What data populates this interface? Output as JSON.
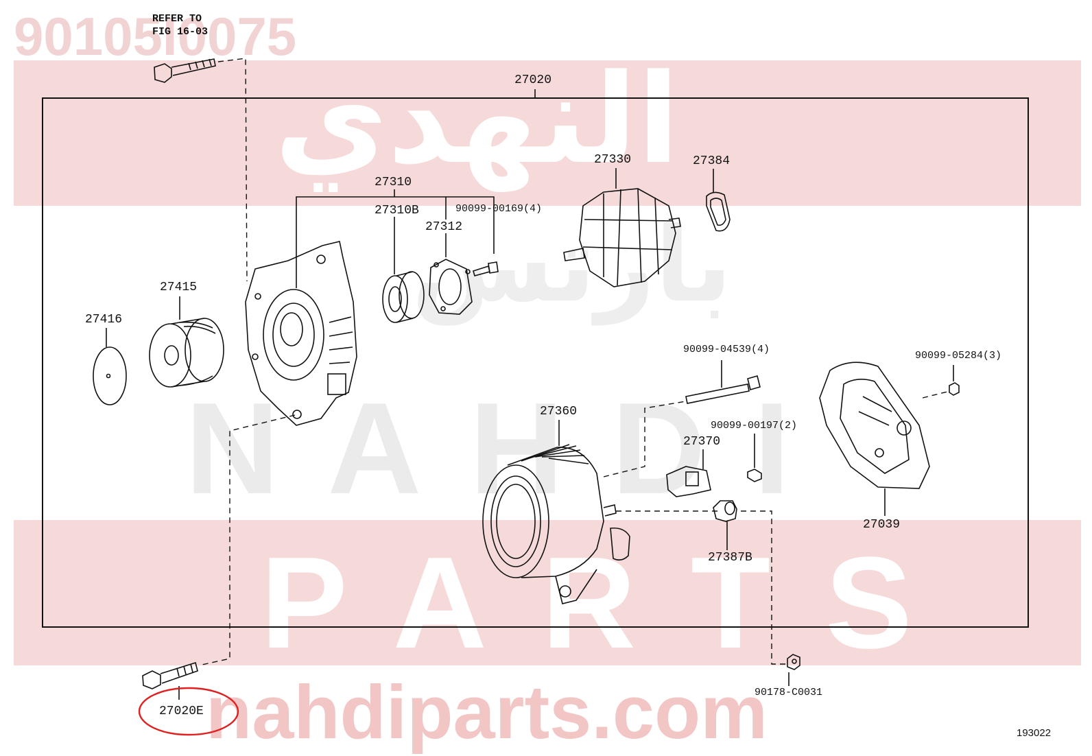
{
  "watermark": {
    "part_number": "90105I0075",
    "arabic_brand": "النهدي",
    "arabic_sub": "بارتس",
    "latin_brand": "NAHDI",
    "latin_sub": "PARTS",
    "site": "nahdiparts.com"
  },
  "reference": {
    "line1": "REFER TO",
    "line2": "FIG 16-03"
  },
  "assembly_label": "27020",
  "parts": {
    "p27310": "27310",
    "p27310b": "27310B",
    "p27312": "27312",
    "p90099_00169": "90099-00169(4)",
    "p27330": "27330",
    "p27384": "27384",
    "p27415": "27415",
    "p27416": "27416",
    "p90099_04539": "90099-04539(4)",
    "p90099_05284": "90099-05284(3)",
    "p27360": "27360",
    "p90099_00197": "90099-00197(2)",
    "p27370": "27370",
    "p27387b": "27387B",
    "p27039": "27039",
    "p27020e": "27020E",
    "p90178_c0031": "90178-C0031"
  },
  "highlighted_part": "27020E",
  "highlight_color": "#e02020",
  "image_id": "193022"
}
